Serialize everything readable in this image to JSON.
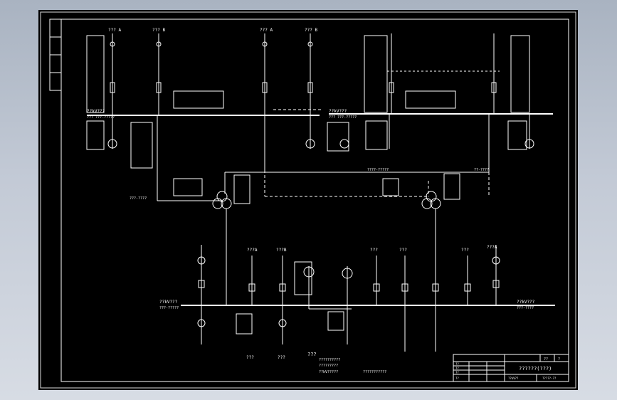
{
  "drawing": {
    "feeders_top": [
      "??? A",
      "??? B",
      "??? A",
      "??? B"
    ],
    "bus_main_left": "??kV???",
    "bus_main_right": "??kV???",
    "bus_left_label": "??? ???-?????",
    "bus_right_label": "??? ???-?????",
    "tie_label": "????-?????",
    "link_label_left": "???-????",
    "link_label_right": "??-????",
    "lv_bus_left": "??kV???",
    "lv_bus_left_sub": "???-?????",
    "lv_bus_right": "??kV???",
    "lv_bus_right_sub": "???-????",
    "lv_feeders": [
      "???A",
      "???B",
      "???",
      "???",
      "???",
      "???A"
    ],
    "lv_bottom_feeders": [
      "???",
      "???"
    ],
    "bottom_heading": "???",
    "bottom_lines": [
      "??????????",
      "?????????",
      "??kV?????",
      "???????????"
    ],
    "title_block": {
      "drawing_title": "??????(???)",
      "col_a": "??",
      "col_b": "?",
      "row_labels": [
        "??",
        "??",
        "??",
        "??"
      ],
      "scale": "??kV??",
      "number": "?????-??"
    }
  }
}
